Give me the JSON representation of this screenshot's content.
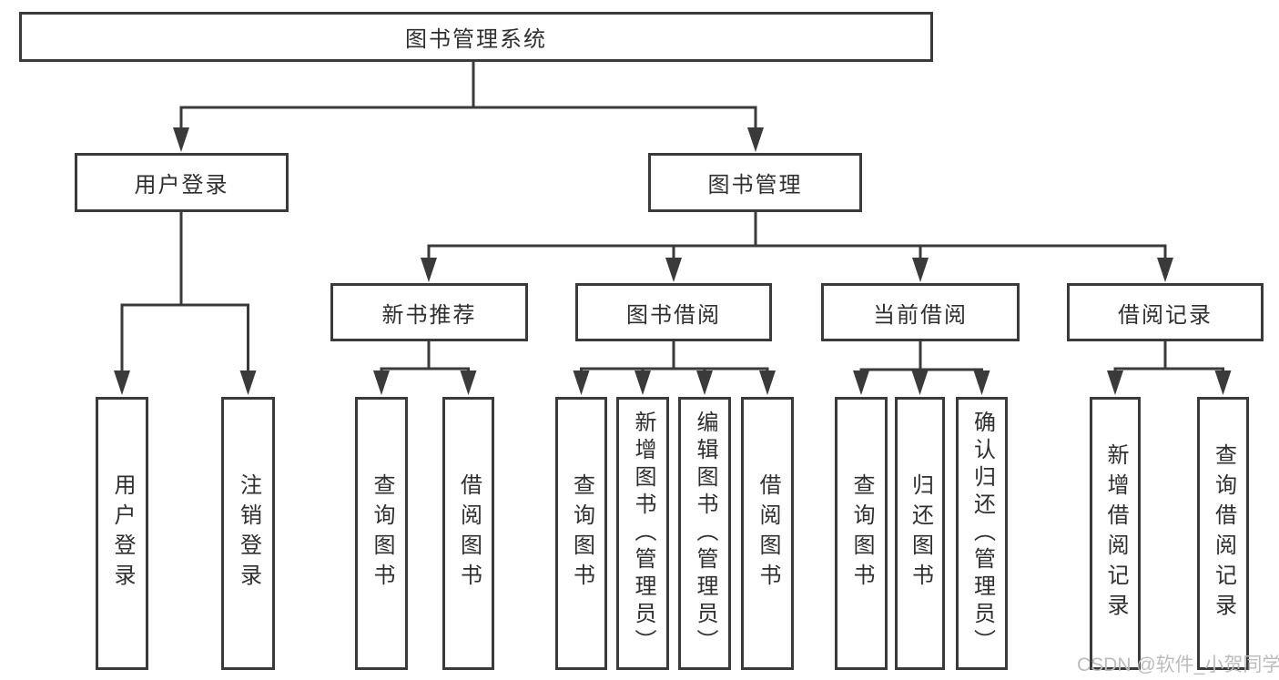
{
  "diagram": {
    "root": {
      "label": "图书管理系统"
    },
    "level2": [
      {
        "label": "用户登录",
        "children": [
          "用户登录",
          "注销登录"
        ]
      },
      {
        "label": "图书管理",
        "subgroups": [
          {
            "label": "新书推荐",
            "children": [
              "查询图书",
              "借阅图书"
            ]
          },
          {
            "label": "图书借阅",
            "children": [
              "查询图书",
              "新增图书（管理员）",
              "编辑图书（管理员）",
              "借阅图书"
            ]
          },
          {
            "label": "当前借阅",
            "children": [
              "查询图书",
              "归还图书",
              "确认归还（管理员）"
            ]
          },
          {
            "label": "借阅记录",
            "children": [
              "新增借阅记录",
              "查询借阅记录"
            ]
          }
        ]
      }
    ],
    "watermark": "CSDN @软件_小贺同学",
    "colors": {
      "line": "#3a3a3a",
      "text": "#2f2f2f",
      "watermark": "#bcbcbc",
      "background": "#ffffff"
    }
  }
}
